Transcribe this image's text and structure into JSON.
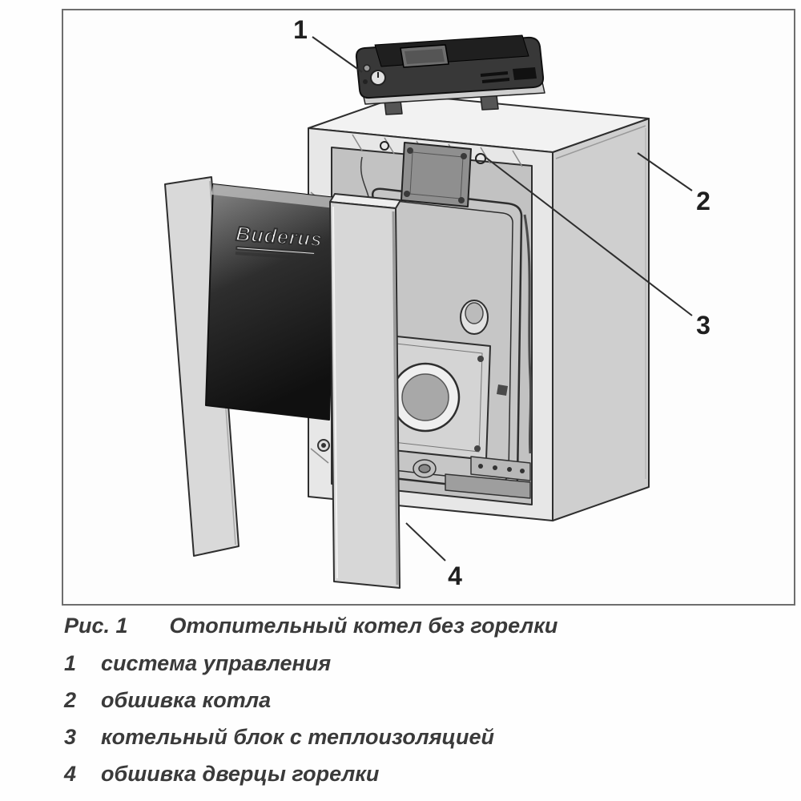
{
  "figure": {
    "caption": {
      "prefix": "Рис. 1",
      "text": "Отопительный котел без горелки"
    },
    "brand": "Buderus",
    "callouts": [
      {
        "number": "1",
        "label": "система управления"
      },
      {
        "number": "2",
        "label": "обшивка котла"
      },
      {
        "number": "3",
        "label": "котельный блок с теплоизоляцией"
      },
      {
        "number": "4",
        "label": "обшивка дверцы горелки"
      }
    ],
    "colors": {
      "line": "#2e2e2e",
      "casing_light": "#e9e9e9",
      "casing_mid": "#cfcfcf",
      "panel_dark": "#1c1c1c",
      "text": "#3a3a3a"
    }
  }
}
